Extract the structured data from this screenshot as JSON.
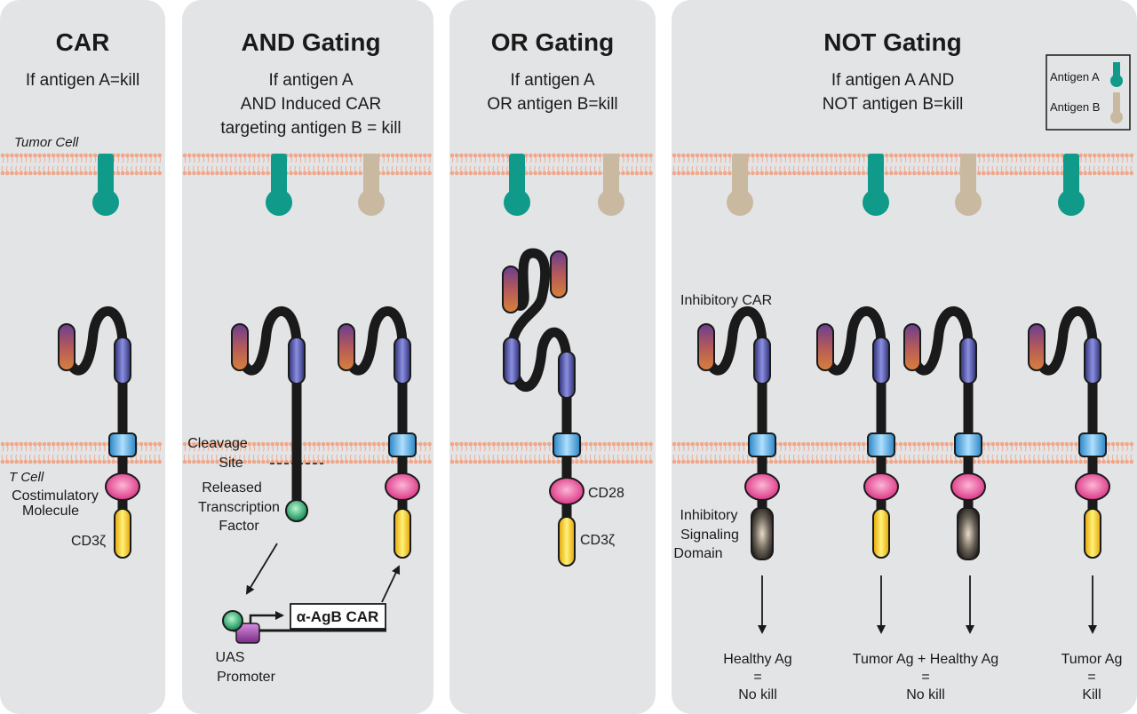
{
  "panels": [
    {
      "title": "CAR",
      "subtitle": [
        "If antigen A=kill"
      ]
    },
    {
      "title": "AND Gating",
      "subtitle": [
        "If antigen A",
        "AND Induced CAR",
        "targeting antigen B = kill"
      ]
    },
    {
      "title": "OR Gating",
      "subtitle": [
        "If antigen A",
        "OR antigen B=kill"
      ]
    },
    {
      "title": "NOT Gating",
      "subtitle": [
        "If antigen A AND",
        "NOT antigen B=kill"
      ]
    }
  ],
  "labels": {
    "tumor_cell": "Tumor Cell",
    "t_cell": "T Cell",
    "costim_line1": "Costimulatory",
    "costim_line2": "Molecule",
    "cd3z": "CD3ζ",
    "cleavage_line1": "Cleavage",
    "cleavage_line2": "Site",
    "released_line1": "Released",
    "released_line2": "Transcription",
    "released_line3": "Factor",
    "uas_line1": "UAS",
    "uas_line2": "Promoter",
    "gene_box": "α-AgB CAR",
    "cd28": "CD28",
    "cd3z_or": "CD3ζ",
    "inhibitory_car": "Inhibitory CAR",
    "inhib_line1": "Inhibitory",
    "inhib_line2": "Signaling",
    "inhib_line3": "Domain"
  },
  "legend": {
    "antigen_a": "Antigen A",
    "antigen_b": "Antigen B"
  },
  "results": [
    {
      "lines": [
        "Healthy Ag",
        "=",
        "No kill"
      ]
    },
    {
      "lines": [
        "Tumor Ag + Healthy Ag",
        "=",
        "No kill"
      ]
    },
    {
      "lines": [
        "Tumor Ag",
        "=",
        "Kill"
      ]
    }
  ],
  "colors": {
    "panel_bg": "#e3e4e6",
    "membrane": "#f0a78a",
    "antigen_a": "#0f9a8a",
    "antigen_b": "#c9b9a0",
    "scfv_orange": "#c46a4c",
    "scfv_purple": "#4f4a9a",
    "hinge_black": "#1a1a1a",
    "transmembrane_blue": "#4aa9dc",
    "costim_pink": "#e0488f",
    "cd3z_yellow": "#f3c21a",
    "transcription_green": "#1a9a60",
    "uas_purple": "#9a3fa0",
    "inhib_dark": "#3a3530"
  }
}
